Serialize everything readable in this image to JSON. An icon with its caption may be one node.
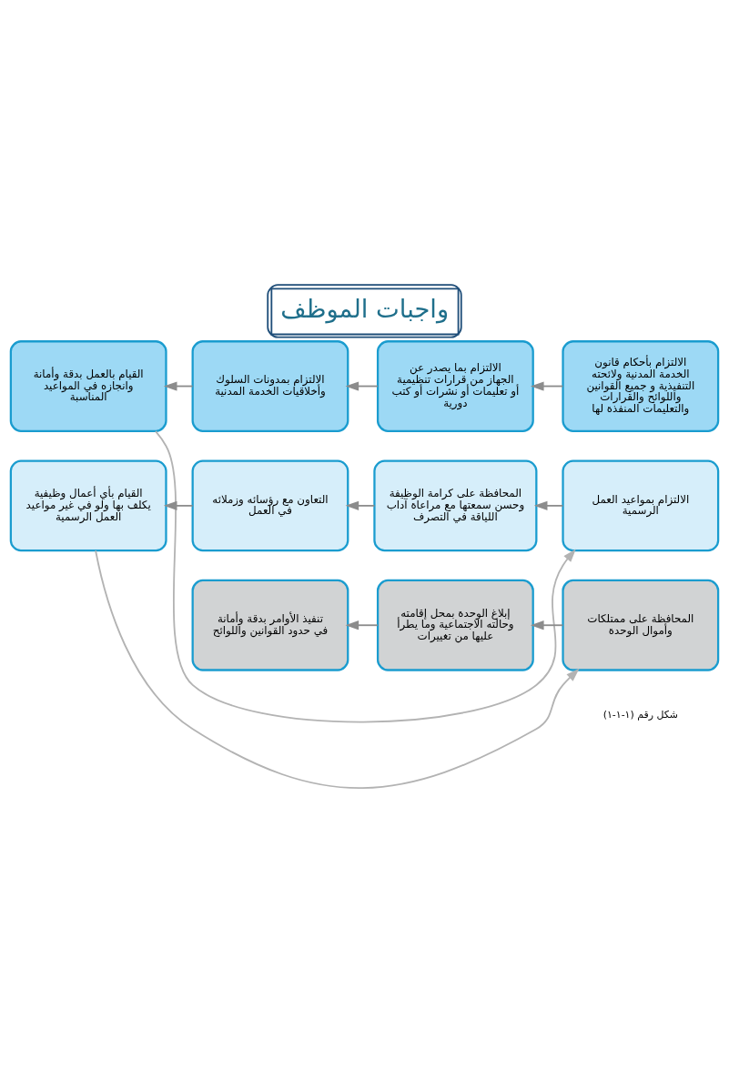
{
  "diagram": {
    "title": "واجبات الموظف",
    "caption": "شكل رقم (١-١-١)",
    "nodes": [
      {
        "text": [
          "الالتزام بأحكام قانون الخدمة المدنية ولائحته التنفيذية و جميع القوانين واللوائح والقرارات والتعليمات المنفذة لها"
        ]
      },
      {
        "text": [
          "الالتزام بما يصدر عن الجهاز من قرارات تنظيمية أو تعليمات أو نشرات أو كتب دورية"
        ]
      },
      {
        "text": [
          "الالتزام بمدونات السلوك وأخلاقيات الخدمة المدنية"
        ]
      },
      {
        "text": [
          "القيام بالعمل بدقة وأمانة وانجازه في المواعيد المناسبة"
        ]
      },
      {
        "text": [
          "الالتزام بمواعيد العمل الرسمية"
        ]
      },
      {
        "text": [
          "المحافظة على كرامة الوظيفة وحسن سمعتها مع مراعاة آداب اللياقة في التصرف"
        ]
      },
      {
        "text": [
          "التعاون مع رؤسائه وزملائه في العمل"
        ]
      },
      {
        "text": [
          "القيام بأي أعمال وظيفية يكلف بها ولو في غير مواعيد العمل الرسمية"
        ]
      },
      {
        "text": [
          "المحافظة على ممتلكات وأموال الوحدة"
        ]
      },
      {
        "text": [
          "إبلاغ الوحدة بمحل إقامته وحالته الاجتماعية وما يطرأ عليها من تغييرات"
        ]
      },
      {
        "text": [
          "تنفيذ الأوامر بدقة وأمانة في حدود القوانين واللوائح"
        ]
      }
    ],
    "edges": [
      {
        "from": 0,
        "to": 1,
        "arrow": "to"
      },
      {
        "from": 1,
        "to": 2,
        "arrow": "to"
      },
      {
        "from": 2,
        "to": 3,
        "arrow": "to"
      },
      {
        "from": 3,
        "to": 4,
        "arrow": "to",
        "color": "#b3b3b3"
      },
      {
        "from": 4,
        "to": 5,
        "arrow": "to"
      },
      {
        "from": 5,
        "to": 6,
        "arrow": "to"
      },
      {
        "from": 6,
        "to": 7,
        "arrow": "to"
      },
      {
        "from": 7,
        "to": 8,
        "arrow": "to",
        "color": "#b3b3b3"
      },
      {
        "from": 8,
        "to": 9,
        "arrow": "to"
      },
      {
        "from": 9,
        "to": 10,
        "arrow": "to"
      }
    ]
  }
}
